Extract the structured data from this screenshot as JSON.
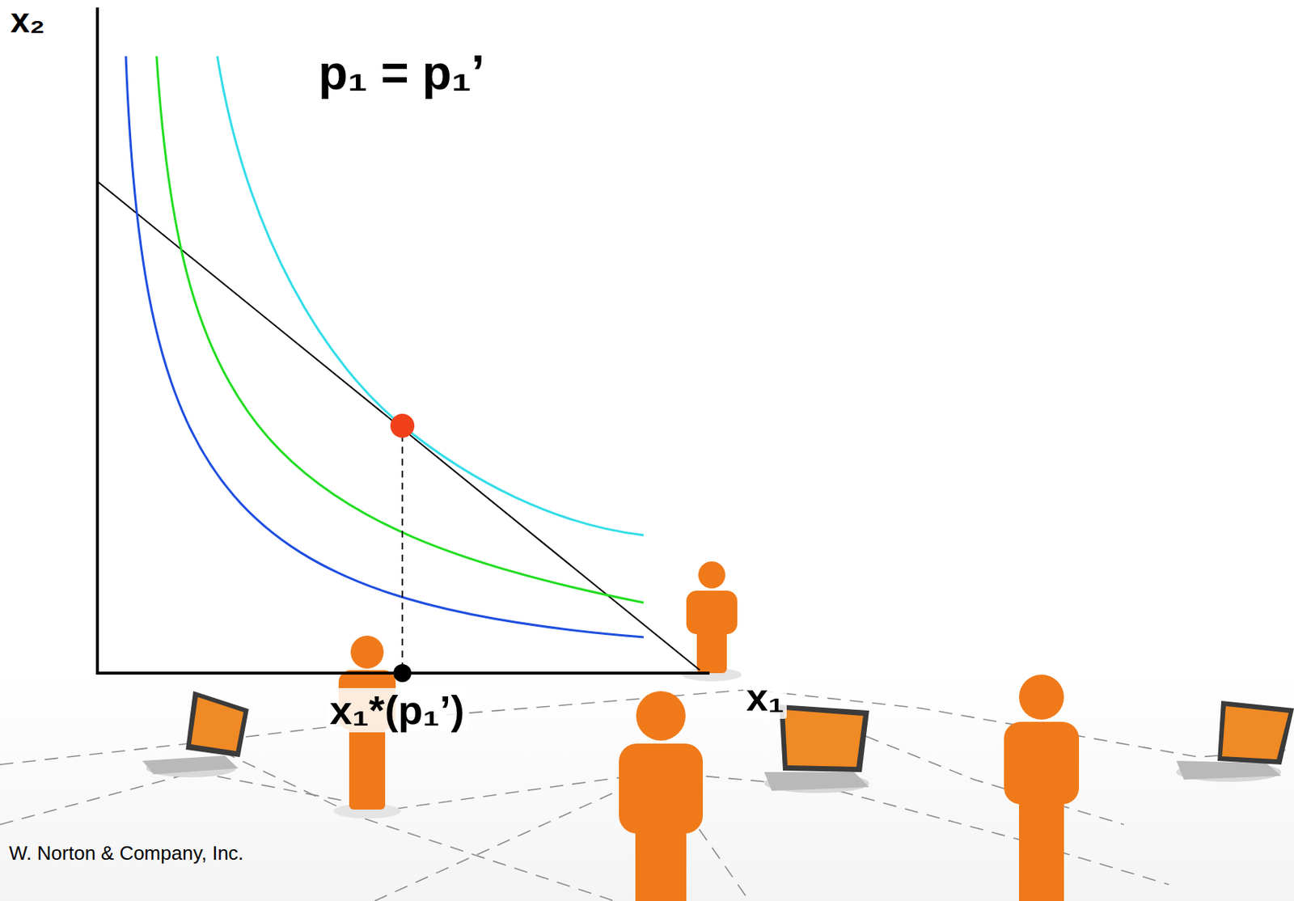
{
  "diagram": {
    "labels": [
      "x₂",
      "p₁ = p₁’",
      "x₁",
      "x₁*(p₁’)",
      "W. Norton & Company, Inc."
    ]
  }
}
